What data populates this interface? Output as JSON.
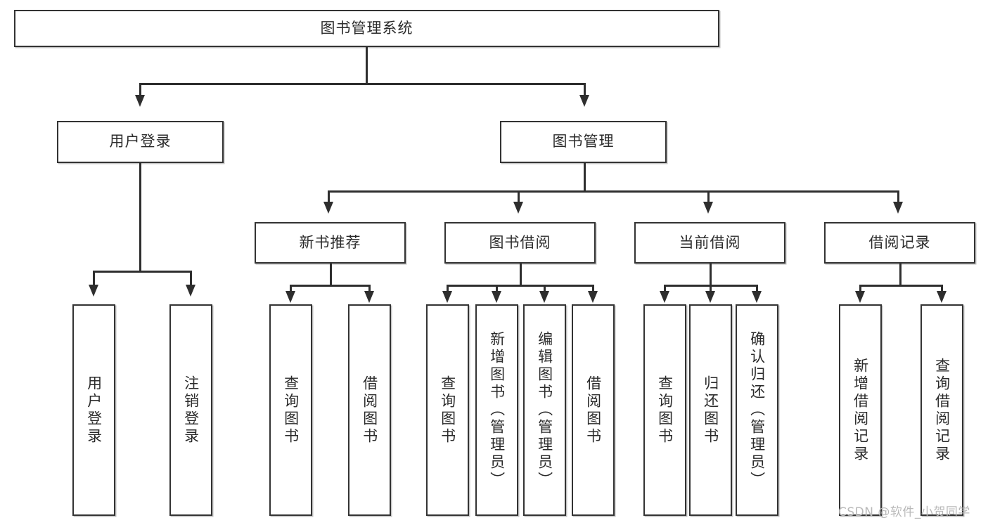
{
  "diagram": {
    "title": "图书管理系统",
    "type": "hierarchy-tree",
    "root": {
      "label": "图书管理系统"
    },
    "level2": [
      {
        "label": "用户登录"
      },
      {
        "label": "图书管理"
      }
    ],
    "level3": [
      {
        "label": "新书推荐"
      },
      {
        "label": "图书借阅"
      },
      {
        "label": "当前借阅"
      },
      {
        "label": "借阅记录"
      }
    ],
    "leaves": {
      "user_login": [
        {
          "label": "用户登录"
        },
        {
          "label": "注销登录"
        }
      ],
      "new_book_recommend": [
        {
          "label": "查询图书"
        },
        {
          "label": "借阅图书"
        }
      ],
      "book_borrow": [
        {
          "label": "查询图书"
        },
        {
          "label": "新增图书（管理员）"
        },
        {
          "label": "编辑图书（管理员）"
        },
        {
          "label": "借阅图书"
        }
      ],
      "current_borrow": [
        {
          "label": "查询图书"
        },
        {
          "label": "归还图书"
        },
        {
          "label": "确认归还（管理员）"
        }
      ],
      "borrow_record": [
        {
          "label": "新增借阅记录"
        },
        {
          "label": "查询借阅记录"
        }
      ]
    }
  },
  "watermark": {
    "text": "CSDN @软件_小贺同学"
  },
  "colors": {
    "border": "#333333",
    "text": "#2b2b2b",
    "connector": "#2e2e2e",
    "background": "#ffffff",
    "watermark": "#b9b9b9"
  }
}
